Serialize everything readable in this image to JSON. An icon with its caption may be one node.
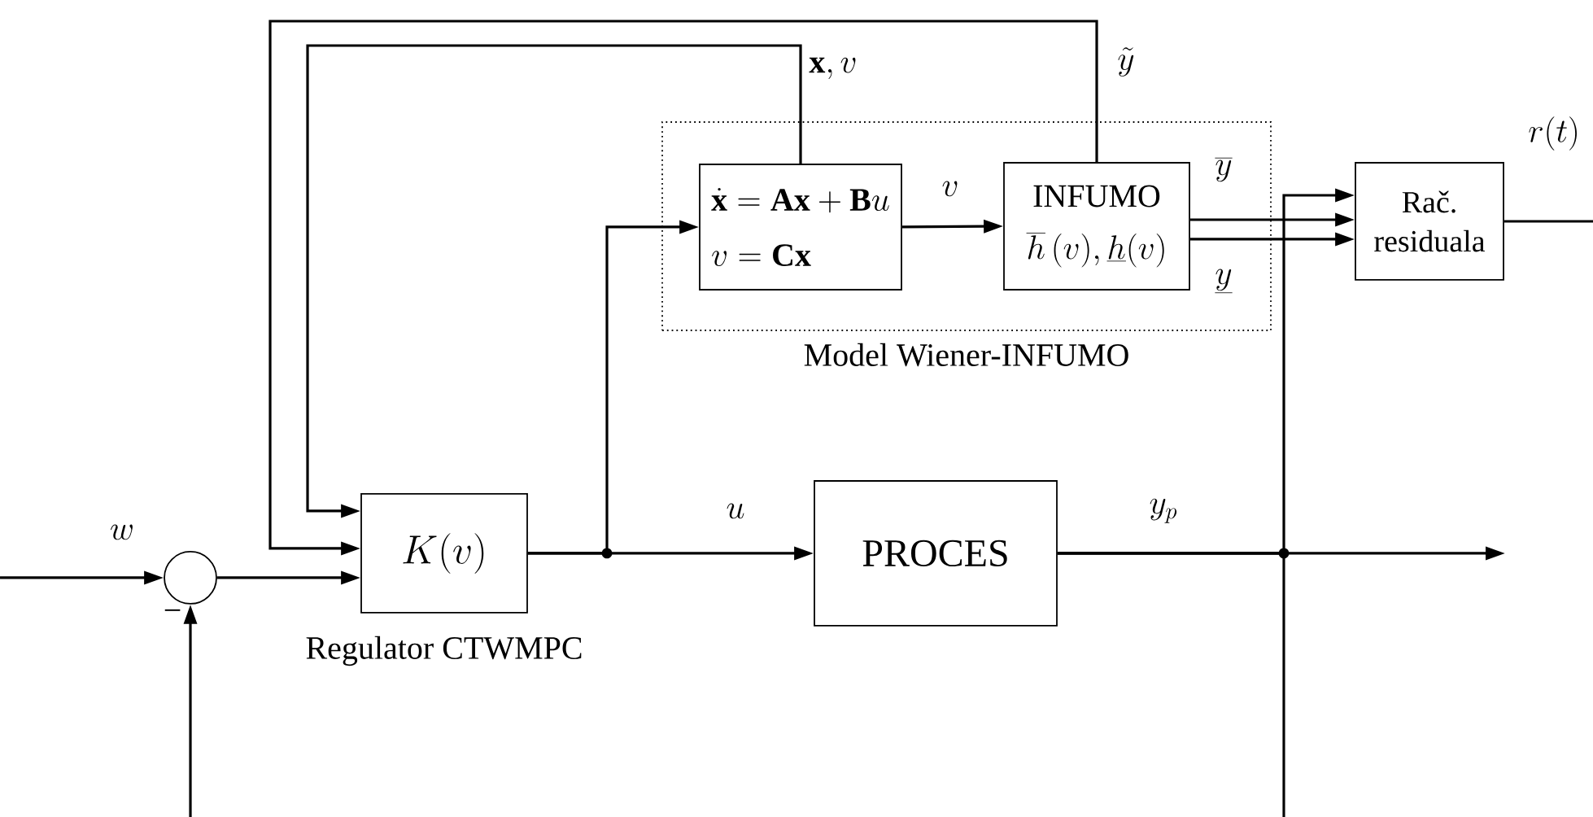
{
  "diagram": {
    "nodes": [
      {
        "text": [
          "Model Wiener-INFUMO"
        ]
      },
      {
        "text": [
          "\\dot{\\mathbf{x}} = \\mathbf{A}\\mathbf{x} + \\mathbf{B}u",
          "v = \\mathbf{C}\\mathbf{x}"
        ],
        "in": 0
      },
      {
        "text": [
          "INFUMO",
          "\\overline{h}\\,(v), \\underline{h}(v)"
        ],
        "in": 0
      },
      {
        "text": [
          "Rač. residuala"
        ]
      },
      {
        "text": [
          "K(v)"
        ],
        "beside": [
          "Regulator CTWMPC"
        ]
      },
      {
        "text": [],
        "shape": "circle",
        "beside": [
          "−"
        ]
      },
      {
        "text": [
          "PROCES"
        ]
      }
    ],
    "edges": [
      {
        "from": null,
        "to": 5,
        "arrow": "to",
        "label": "w"
      },
      {
        "from": 5,
        "to": 4,
        "arrow": "to"
      },
      {
        "from": 4,
        "to": 6,
        "arrow": "to",
        "label": "u"
      },
      {
        "from": 4,
        "to": 1,
        "arrow": "to"
      },
      {
        "from": 1,
        "to": 2,
        "arrow": "to",
        "label": "v"
      },
      {
        "from": 1,
        "to": 4,
        "arrow": "to",
        "label": "\\mathbf{x}, v"
      },
      {
        "from": 2,
        "to": 4,
        "arrow": "to",
        "label": "\\tilde{y}"
      },
      {
        "from": 2,
        "to": 3,
        "arrow": "to",
        "label": "\\overline{y}"
      },
      {
        "from": 2,
        "to": 3,
        "arrow": "to",
        "label": "\\underline{y}"
      },
      {
        "from": 6,
        "to": null,
        "arrow": "to",
        "label": "y_{p}"
      },
      {
        "from": 6,
        "to": 3,
        "arrow": "to"
      },
      {
        "from": 6,
        "to": 5,
        "arrow": "to"
      },
      {
        "from": 3,
        "to": null,
        "arrow": "none",
        "label": "r(t)"
      }
    ]
  }
}
